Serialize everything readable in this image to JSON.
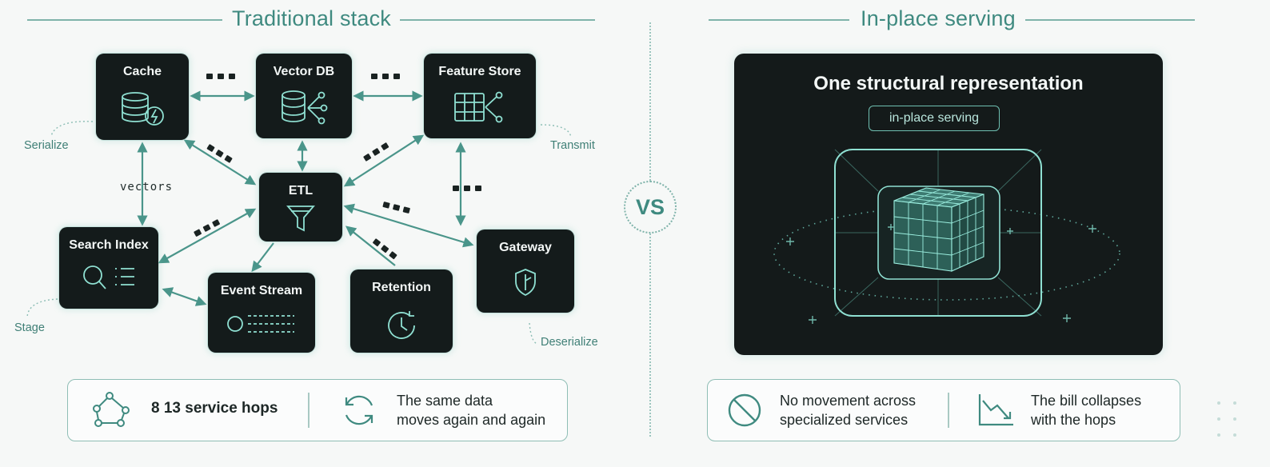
{
  "left": {
    "title": "Traditional stack",
    "nodes": {
      "cache": "Cache",
      "vector_db": "Vector DB",
      "feature_store": "Feature Store",
      "etl": "ETL",
      "search_index": "Search Index",
      "event_stream": "Event Stream",
      "retention": "Retention",
      "gateway": "Gateway"
    },
    "notes": {
      "serialize": "Serialize",
      "transmit": "Transmit",
      "stage": "Stage",
      "deserialize": "Deserialize",
      "vectors": "vectors"
    },
    "summary": {
      "hops": "8  13 service hops",
      "repeat_line1": "The same data",
      "repeat_line2": "moves again and again"
    }
  },
  "divider": {
    "vs": "VS"
  },
  "right": {
    "title": "In-place serving",
    "panel_title": "One structural representation",
    "pill": "in-place serving",
    "summary": {
      "movement_line1": "No movement across",
      "movement_line2": "specialized services",
      "bill_line1": "The bill collapses",
      "bill_line2": "with the hops"
    }
  },
  "colors": {
    "accent": "#3f8a80",
    "node_bg": "#141b1b",
    "glow": "#82cdbe",
    "page_bg": "#f6f8f7"
  }
}
